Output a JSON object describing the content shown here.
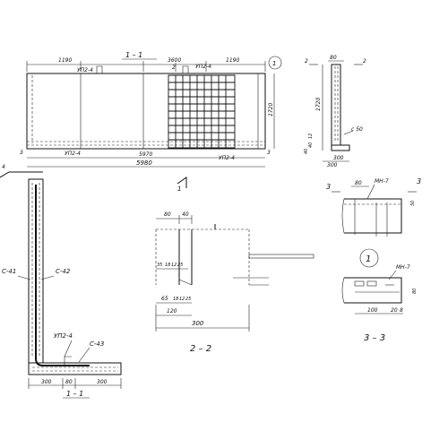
{
  "elevation_1_1": {
    "title": "1 – 1",
    "dim_total": "5980",
    "dim_inner": "5970",
    "dim_left": "1190",
    "dim_center": "3600",
    "dim_right": "1190",
    "label_upp_top_left": "УП2-4",
    "label_upp_top_right": "УП2-4",
    "label_upp_bot_left": "УП2-4",
    "label_upp_bot_right": "УП2-4",
    "height_dim": "1720",
    "section_mark": "1",
    "callout": "1",
    "label_3_left": "3",
    "label_3_right": "3",
    "label_2": "2"
  },
  "side_section_2_top": {
    "label_2_left": "2",
    "label_2_right": "2",
    "dim_top": "80",
    "dim_height": "1720",
    "dim_small_1": "12",
    "dim_small_2": "40",
    "dim_small_3": "40",
    "dim_bottom": "300",
    "dim_side": "300",
    "label_c50": "с 50"
  },
  "section_1_1": {
    "title": "1 – 1",
    "label_c41": "С-41",
    "label_c42": "С-42",
    "label_c43": "С-43",
    "label_upp": "УП2-4",
    "dim_left": "300",
    "dim_mid": "80",
    "dim_right": "300",
    "corner_label": "4"
  },
  "section_2_2": {
    "title": "2 – 2",
    "dim_80": "80",
    "dim_40": "40",
    "dim_a": "35",
    "dim_b": "18",
    "dim_c": "12",
    "dim_d": "25",
    "dim_65": "65",
    "dim_e": "18",
    "dim_f": "12",
    "dim_g": "25",
    "dim_120": "120",
    "dim_300": "300"
  },
  "section_3_3_top": {
    "label_3_left": "3",
    "label_3_right": "3",
    "dim_80": "80",
    "label_mn": "МН-7",
    "dim_side": "50"
  },
  "detail_1": {
    "callout": "1",
    "label_mn": "МН-7",
    "dim_100": "100",
    "dim_20": "20",
    "dim_8": "8",
    "dim_side": "80",
    "title": "3 – 3"
  }
}
